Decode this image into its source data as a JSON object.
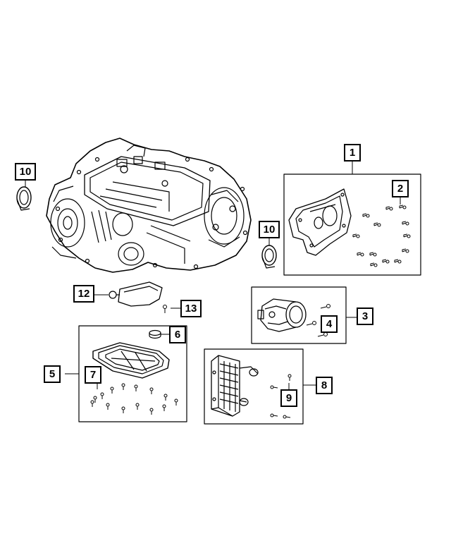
{
  "callouts": {
    "c1": "1",
    "c2": "2",
    "c3": "3",
    "c4": "4",
    "c5": "5",
    "c6": "6",
    "c7": "7",
    "c8": "8",
    "c9": "9",
    "c10_left": "10",
    "c10_right": "10",
    "c12": "12",
    "c13": "13"
  },
  "colors": {
    "line": "#000000",
    "background": "#ffffff"
  }
}
